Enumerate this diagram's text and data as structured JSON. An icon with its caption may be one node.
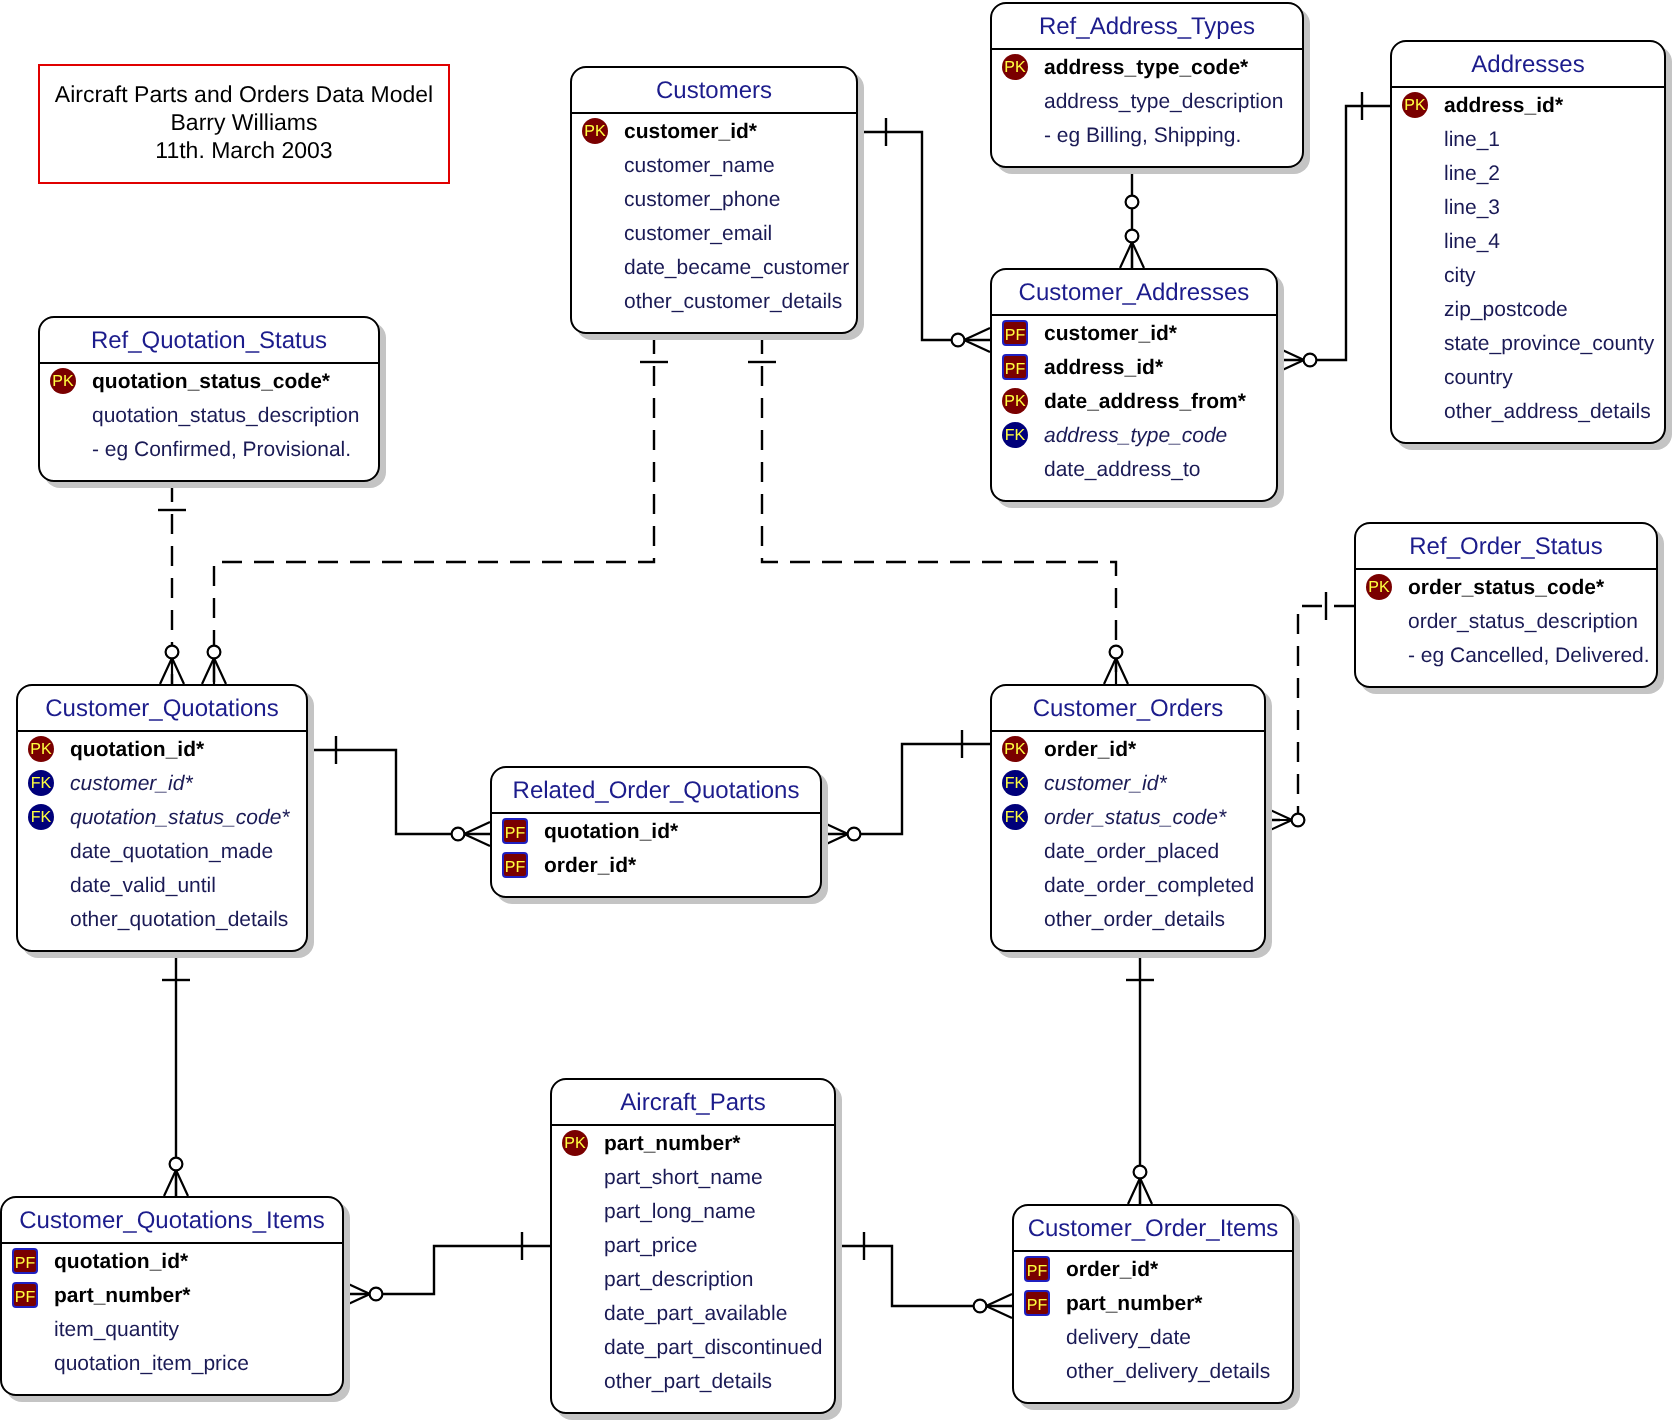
{
  "diagram": {
    "nodes": [
      {
        "text": [
          "Aircraft Parts and Orders Data Model",
          "Barry Williams",
          "11th. March 2003"
        ]
      },
      {
        "text": [
          "Customers",
          "customer_id*",
          "customer_name",
          "customer_phone",
          "customer_email",
          "date_became_customer",
          "other_customer_details"
        ]
      },
      {
        "text": [
          "Ref_Address_Types",
          "address_type_code*",
          "address_type_description",
          "- eg Billing, Shipping."
        ]
      },
      {
        "text": [
          "Addresses",
          "address_id*",
          "line_1",
          "line_2",
          "line_3",
          "line_4",
          "city",
          "zip_postcode",
          "state_province_county",
          "country",
          "other_address_details"
        ]
      },
      {
        "text": [
          "Ref_Quotation_Status",
          "quotation_status_code*",
          "quotation_status_description",
          "- eg Confirmed, Provisional."
        ]
      },
      {
        "text": [
          "Customer_Addresses",
          "customer_id*",
          "address_id*",
          "date_address_from*",
          "address_type_code",
          "date_address_to"
        ]
      },
      {
        "text": [
          "Ref_Order_Status",
          "order_status_code*",
          "order_status_description",
          "- eg Cancelled, Delivered."
        ]
      },
      {
        "text": [
          "Customer_Quotations",
          "quotation_id*",
          "customer_id*",
          "quotation_status_code*",
          "date_quotation_made",
          "date_valid_until",
          "other_quotation_details"
        ]
      },
      {
        "text": [
          "Related_Order_Quotations",
          "quotation_id*",
          "order_id*"
        ]
      },
      {
        "text": [
          "Customer_Orders",
          "order_id*",
          "customer_id*",
          "order_status_code*",
          "date_order_placed",
          "date_order_completed",
          "other_order_details"
        ]
      },
      {
        "text": [
          "Customer_Quotations_Items",
          "quotation_id*",
          "part_number*",
          "item_quantity",
          "quotation_item_price"
        ]
      },
      {
        "text": [
          "Aircraft_Parts",
          "part_number*",
          "part_short_name",
          "part_long_name",
          "part_price",
          "part_description",
          "date_part_available",
          "date_part_discontinued",
          "other_part_details"
        ]
      },
      {
        "text": [
          "Customer_Order_Items",
          "order_id*",
          "part_number*",
          "delivery_date",
          "other_delivery_details"
        ]
      }
    ],
    "edges": [
      {
        "from": 1,
        "to": 5,
        "arrow": "other"
      },
      {
        "from": 2,
        "to": 5,
        "arrow": "other"
      },
      {
        "from": 3,
        "to": 5,
        "arrow": "other"
      },
      {
        "from": 4,
        "to": 7,
        "arrow": "other",
        "style": "dashed"
      },
      {
        "from": 1,
        "to": 7,
        "arrow": "other",
        "style": "dashed"
      },
      {
        "from": 1,
        "to": 9,
        "arrow": "other",
        "style": "dashed"
      },
      {
        "from": 6,
        "to": 9,
        "arrow": "other",
        "style": "dashed"
      },
      {
        "from": 7,
        "to": 8,
        "arrow": "other"
      },
      {
        "from": 9,
        "to": 8,
        "arrow": "other"
      },
      {
        "from": 7,
        "to": 10,
        "arrow": "other"
      },
      {
        "from": 11,
        "to": 10,
        "arrow": "other"
      },
      {
        "from": 9,
        "to": 12,
        "arrow": "other"
      },
      {
        "from": 11,
        "to": 12,
        "arrow": "other"
      }
    ],
    "labels": [
      "PK",
      "PK",
      "PK",
      "PK",
      "PF",
      "PF",
      "PK",
      "FK",
      "PK",
      "PK",
      "FK",
      "FK",
      "PF",
      "PF",
      "PK",
      "FK",
      "FK",
      "PF",
      "PF",
      "PK",
      "PF",
      "PF"
    ]
  }
}
